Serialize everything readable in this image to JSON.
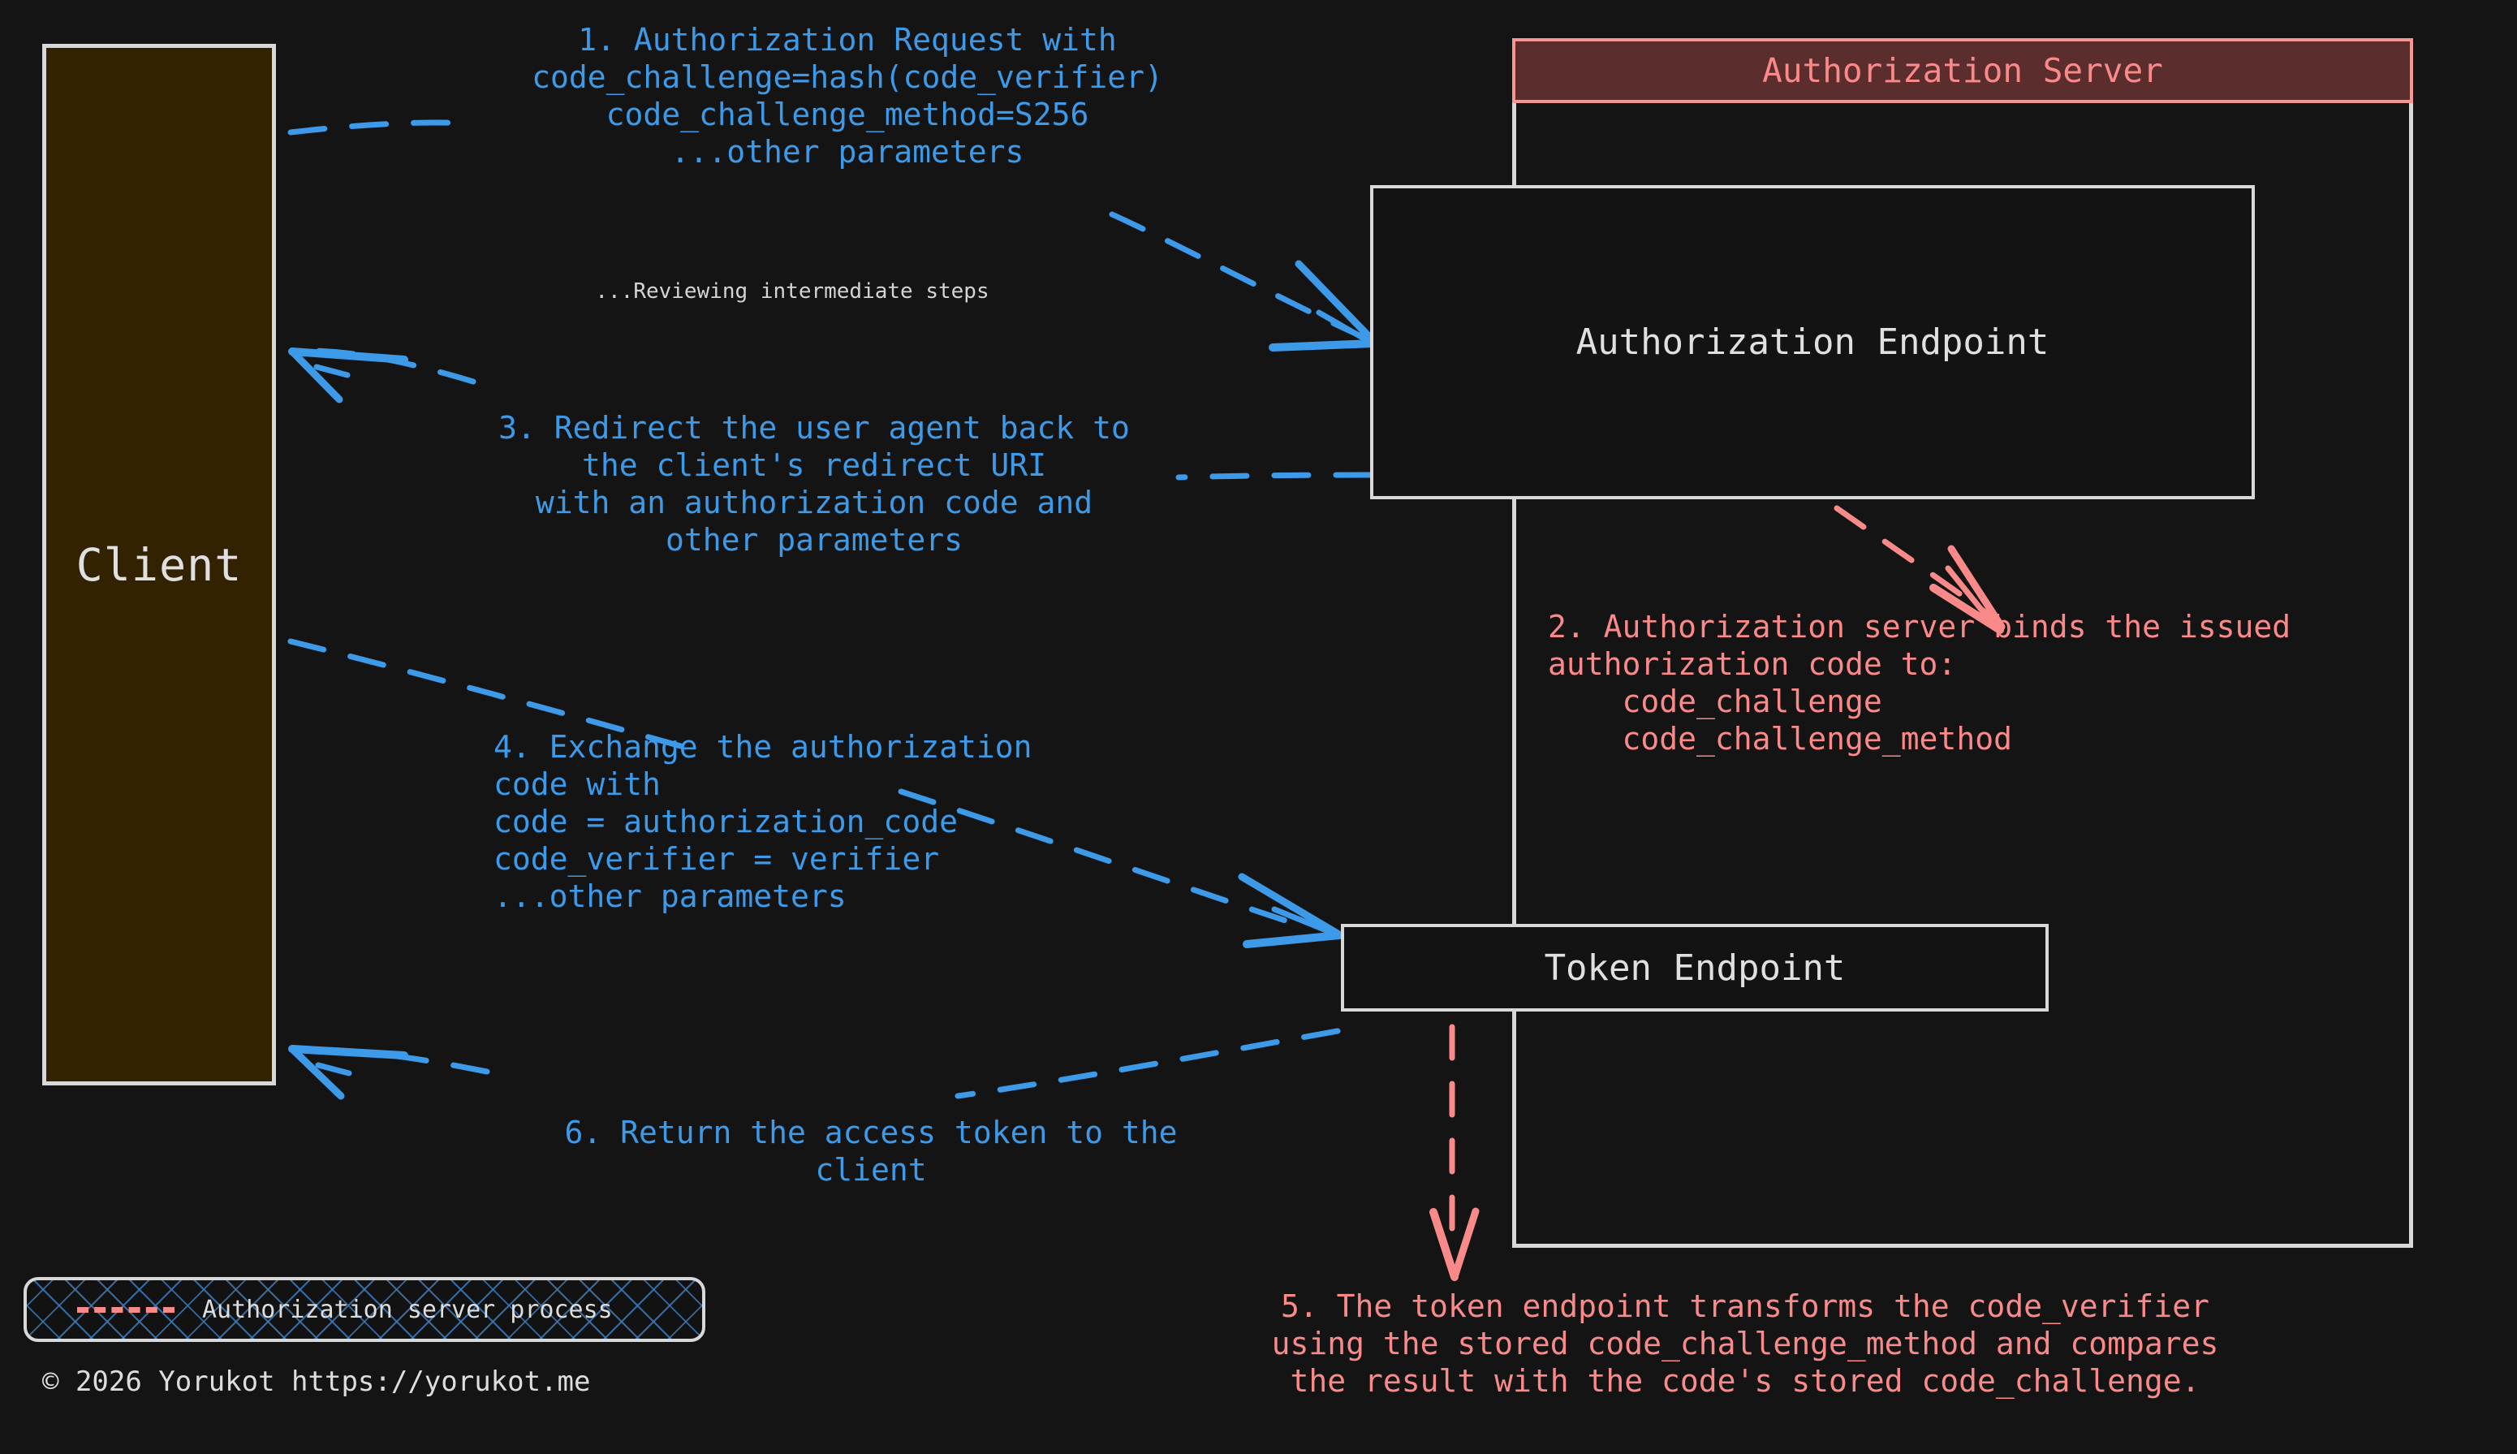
{
  "diagram": {
    "background_color": "#141414",
    "colors": {
      "client_fill": "#332200",
      "box_border": "#d8d8d8",
      "server_header_fill": "#5c2d2d",
      "server_accent": "#fa8a8a",
      "client_flow": "#3d9ae8",
      "server_flow": "#fa8a8a",
      "text_light": "#e0e0e0"
    },
    "nodes": {
      "client": {
        "label": "Client"
      },
      "authorization_server": {
        "title": "Authorization Server"
      },
      "authorization_endpoint": {
        "label": "Authorization Endpoint"
      },
      "token_endpoint": {
        "label": "Token Endpoint"
      }
    },
    "edge_labels": {
      "step1": "1. Authorization Request with\ncode_challenge=hash(code_verifier)\ncode_challenge_method=S256\n...other parameters",
      "reviewing": "...Reviewing intermediate steps",
      "step2": "2. Authorization server binds the issued\nauthorization code to:\n    code_challenge\n    code_challenge_method",
      "step3": "3. Redirect the user agent back to\nthe client's redirect URI\nwith an authorization code and\nother parameters",
      "step4": "4. Exchange the authorization\ncode with\ncode = authorization_code\ncode_verifier = verifier\n...other parameters",
      "step5": "5. The token endpoint transforms the code_verifier\nusing the stored code_challenge_method and compares\nthe result with the code's stored code_challenge.",
      "step6": "6. Return the access token to the\nclient"
    },
    "legend": {
      "label": "Authorization server process",
      "line_style": "dashed",
      "line_color": "#fa8a8a"
    },
    "footer": {
      "copyright": "© 2026 Yorukot https://yorukot.me"
    }
  }
}
